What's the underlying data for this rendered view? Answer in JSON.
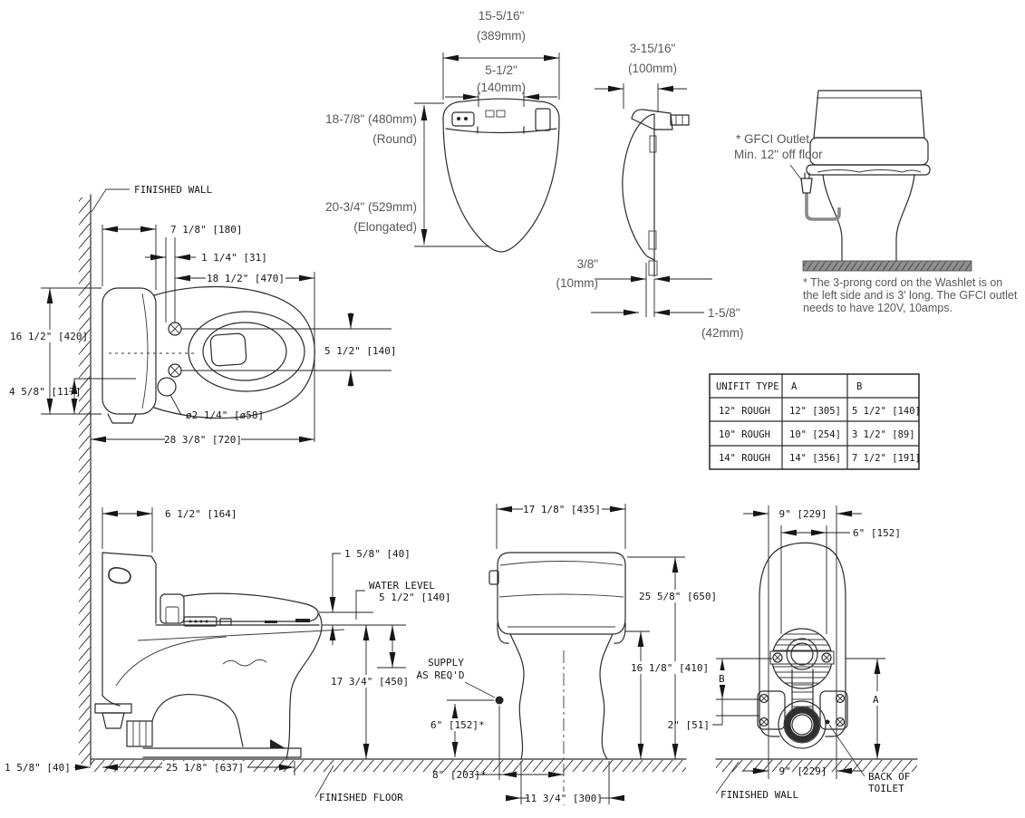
{
  "washlet_top_view": {
    "width_label": "15-5/16\"",
    "width_mm": "(389mm)",
    "inner_width_label": "5-1/2\"",
    "inner_width_mm": "(140mm)",
    "round_label": "18-7/8\" (480mm)",
    "round_sub": "(Round)",
    "elongated_label": "20-3/4\" (529mm)",
    "elongated_sub": "(Elongated)"
  },
  "seat_side_view": {
    "depth_label": "3-15/16\"",
    "depth_mm": "(100mm)",
    "gap_label": "3/8\"",
    "gap_mm": "(10mm)",
    "offset_label": "1-5/8\"",
    "offset_mm": "(42mm)"
  },
  "gfci_view": {
    "outlet_label_line1": "* GFCI Outlet",
    "outlet_label_line2": "Min. 12\" off floor",
    "note_line1": "* The 3-prong cord on the Washlet is on",
    "note_line2": "the left side and is 3' long. The GFCI outlet",
    "note_line3": "needs to have 120V, 10amps."
  },
  "unifit_table": {
    "headers": [
      "UNIFIT TYPE",
      "A",
      "B"
    ],
    "rows": [
      [
        "12\" ROUGH",
        "12\" [305]",
        "5 1/2\" [140]"
      ],
      [
        "10\" ROUGH",
        "10\" [254]",
        "3 1/2\" [89]"
      ],
      [
        "14\" ROUGH",
        "14\" [356]",
        "7 1/2\" [191]"
      ]
    ]
  },
  "plan_view": {
    "finished_wall": "FINISHED WALL",
    "dim_tank_depth": "7 1/8\" [180]",
    "dim_bolt_offset": "1 1/4\" [31]",
    "dim_seat_length": "18 1/2\" [470]",
    "dim_width": "16 1/2\" [420]",
    "dim_side_offset": "4 5/8\" [117]",
    "dim_hole": "ø2 1/4\" [ø58]",
    "dim_total_depth": "28 3/8\" [720]",
    "dim_bolt_spread": "5 1/2\" [140]"
  },
  "side_view": {
    "dim_tank_top": "6 1/2\" [164]",
    "dim_lid": "1 5/8\" [40]",
    "water_level_label": "WATER LEVEL",
    "dim_water": "5 1/2\" [140]",
    "dim_rim_height": "17 3/4\" [450]",
    "dim_wall_gap": "1 5/8\" [40]",
    "dim_base": "25 1/8\" [637]",
    "finished_floor": "FINISHED FLOOR"
  },
  "front_view": {
    "dim_width": "17 1/8\" [435]",
    "dim_height": "25 5/8\" [650]",
    "dim_seat_height": "16 1/8\" [410]",
    "supply_line1": "SUPPLY",
    "supply_line2": "AS REQ'D",
    "dim_supply_height": "6\" [152]*",
    "dim_supply_offset": "8\" [203]*",
    "dim_base_width": "11 3/4\" [300]"
  },
  "back_view": {
    "dim_top": "9\" [229]",
    "dim_inner": "6\" [152]",
    "label_b": "B",
    "dim_bolt": "2\" [51]",
    "label_a": "A",
    "dim_bottom": "9\" [229]",
    "finished_wall": "FINISHED WALL",
    "back_of_toilet_line1": "BACK OF",
    "back_of_toilet_line2": "TOILET"
  }
}
